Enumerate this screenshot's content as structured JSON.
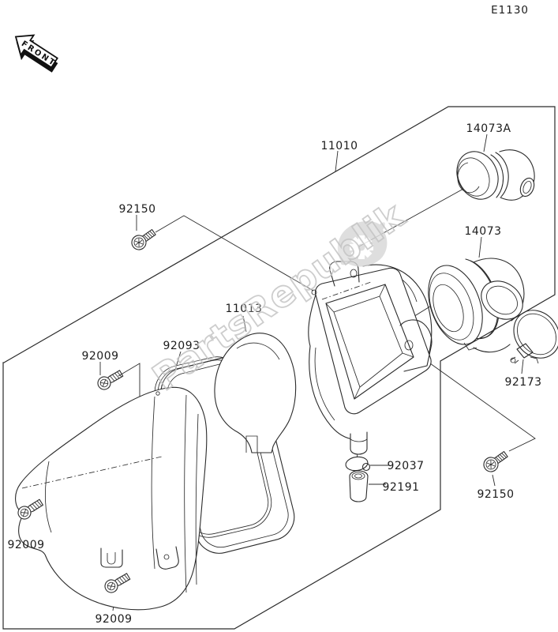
{
  "page": {
    "code": "E1130"
  },
  "front_marker": {
    "label": "FRONT"
  },
  "watermark": {
    "text": "PartsRepublik"
  },
  "callouts": {
    "air_cleaner_assembly": "11010",
    "duct_elbow_a": "14073A",
    "duct_elbow": "14073",
    "clamp_band": "92173",
    "bolt_flanged_left": "92150",
    "bolt_flanged_right": "92150",
    "element_air_filter": "11013",
    "gasket_cover": "92093",
    "screw_pan_top": "92009",
    "screw_pan_middle": "92009",
    "screw_pan_bottom": "92009",
    "clamp_small": "92037",
    "tube_drain": "92191"
  },
  "colors": {
    "line": "#2b2b2b",
    "label": "#1c1c1c",
    "watermark": "#c5c5c5",
    "logo_blob": "#d7d7d7",
    "background": "#ffffff"
  }
}
